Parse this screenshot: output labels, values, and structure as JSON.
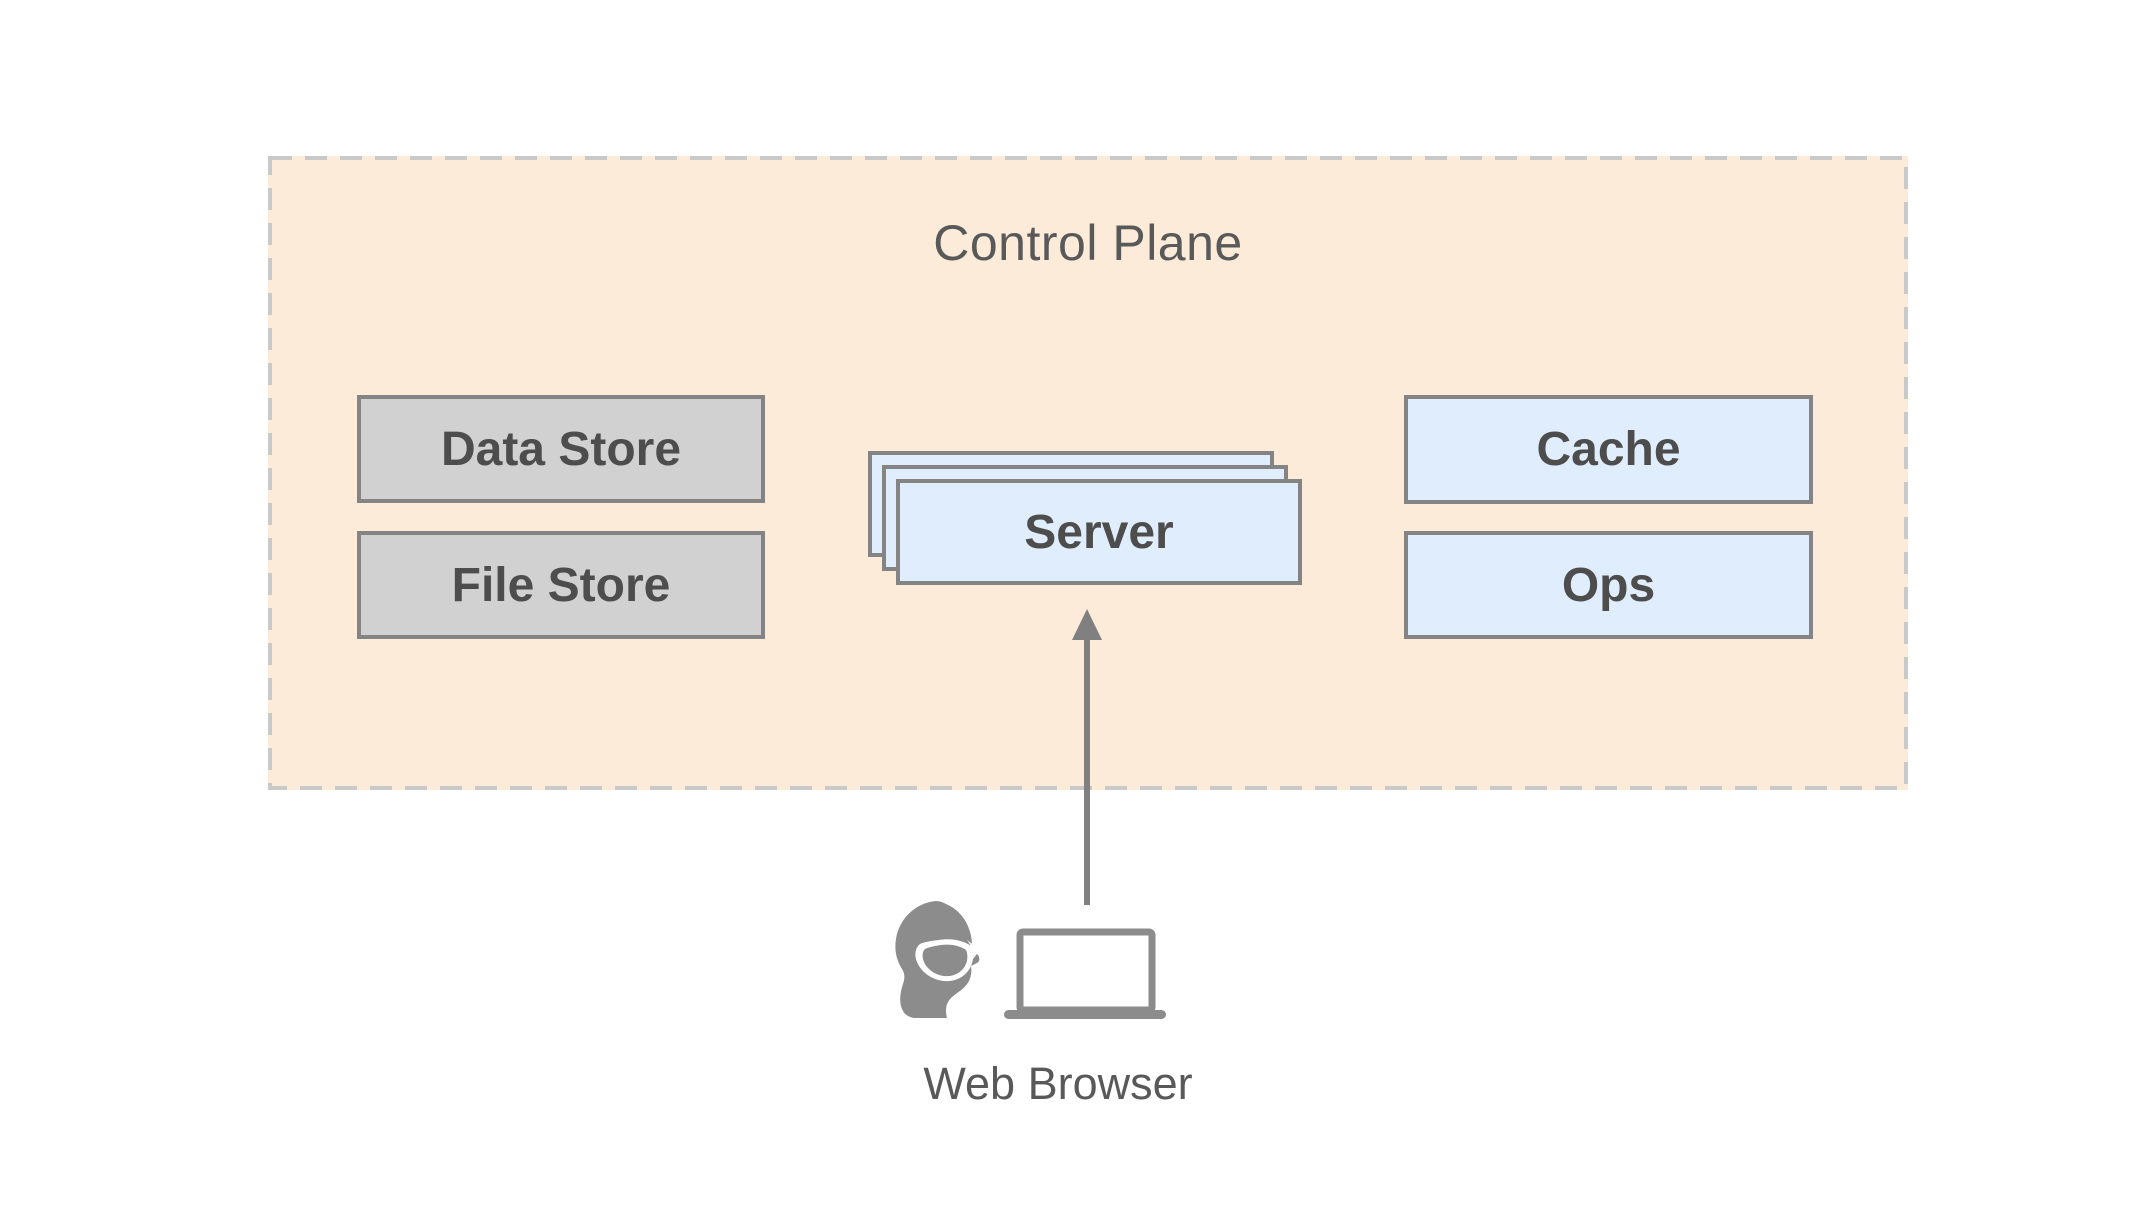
{
  "control_plane": {
    "title": "Control Plane",
    "nodes": [
      {
        "id": "data_store",
        "label": "Data Store",
        "style": "gray"
      },
      {
        "id": "file_store",
        "label": "File Store",
        "style": "gray"
      },
      {
        "id": "server",
        "label": "Server",
        "style": "blue",
        "stacked": true
      },
      {
        "id": "cache",
        "label": "Cache",
        "style": "blue"
      },
      {
        "id": "ops",
        "label": "Ops",
        "style": "blue"
      }
    ]
  },
  "client": {
    "label": "Web Browser",
    "icons": [
      "user-mask-icon",
      "laptop-icon"
    ]
  },
  "edges": [
    {
      "from": "web_browser",
      "to": "server",
      "direction": "up"
    }
  ],
  "colors": {
    "container_fill": "#FCEBD9",
    "container_border": "#C9C9C9",
    "node_gray_fill": "#D1D1D1",
    "node_blue_fill": "#E0EDFC",
    "node_border": "#848484",
    "node_text": "#4D4D4D",
    "title_text": "#595959",
    "icon_gray": "#8C8C8C",
    "arrow_gray": "#808080"
  }
}
